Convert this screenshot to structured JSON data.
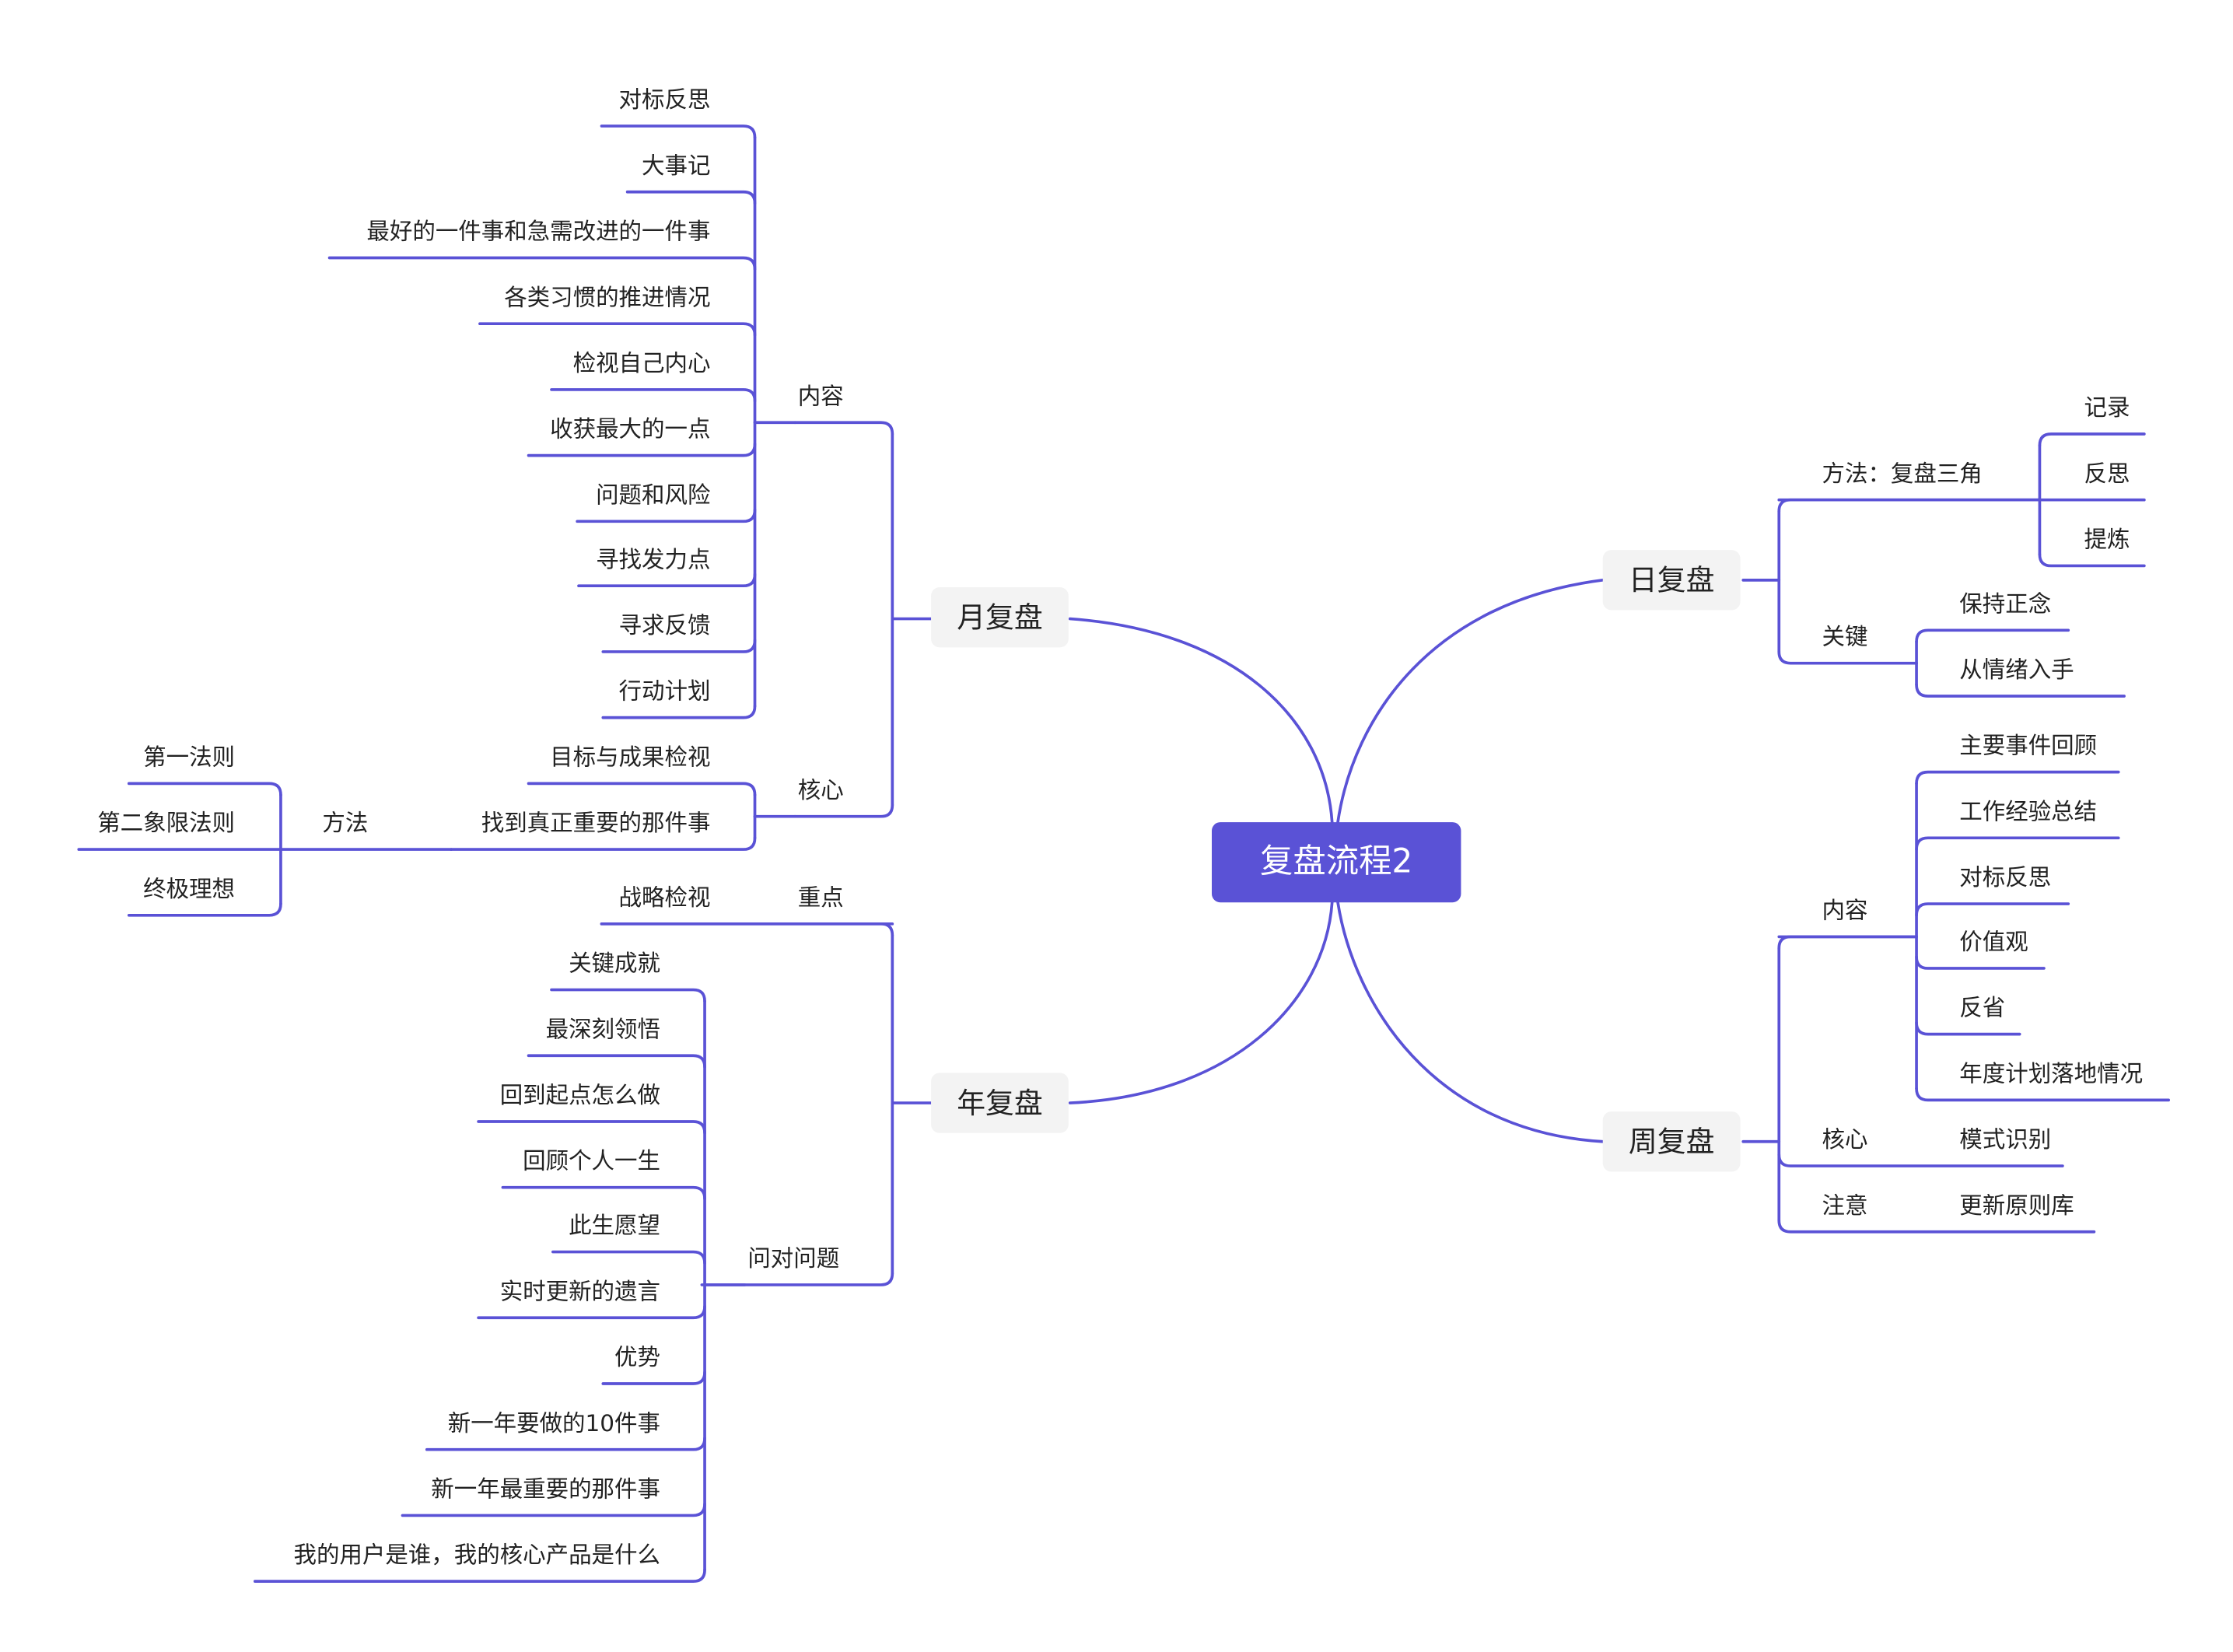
{
  "root": "复盘流程2",
  "colors": {
    "accent": "#5a52d6",
    "branch_bg": "#f3f3f3",
    "text": "#222222"
  },
  "month": {
    "label": "月复盘",
    "content": {
      "label": "内容",
      "items": [
        "对标反思",
        "大事记",
        "最好的一件事和急需改进的一件事",
        "各类习惯的推进情况",
        "检视自己内心",
        "收获最大的一点",
        "问题和风险",
        "寻找发力点",
        "寻求反馈",
        "行动计划"
      ]
    },
    "core": {
      "label": "核心",
      "items": [
        "目标与成果检视",
        "找到真正重要的那件事"
      ],
      "method": {
        "label": "方法",
        "items": [
          "第一法则",
          "第二象限法则",
          "终极理想"
        ]
      }
    }
  },
  "year": {
    "label": "年复盘",
    "focus": {
      "label": "重点",
      "items": [
        "战略检视"
      ]
    },
    "questions": {
      "label": "问对问题",
      "items": [
        "关键成就",
        "最深刻领悟",
        "回到起点怎么做",
        "回顾个人一生",
        "此生愿望",
        "实时更新的遗言",
        "优势",
        "新一年要做的10件事",
        "新一年最重要的那件事",
        "我的用户是谁，我的核心产品是什么"
      ]
    }
  },
  "day": {
    "label": "日复盘",
    "method": {
      "label": "方法：复盘三角",
      "items": [
        "记录",
        "反思",
        "提炼"
      ]
    },
    "key": {
      "label": "关键",
      "items": [
        "保持正念",
        "从情绪入手"
      ]
    }
  },
  "week": {
    "label": "周复盘",
    "content": {
      "label": "内容",
      "items": [
        "主要事件回顾",
        "工作经验总结",
        "对标反思",
        "价值观",
        "反省",
        "年度计划落地情况"
      ]
    },
    "core": {
      "label": "核心",
      "items": [
        "模式识别"
      ]
    },
    "note": {
      "label": "注意",
      "items": [
        "更新原则库"
      ]
    }
  }
}
